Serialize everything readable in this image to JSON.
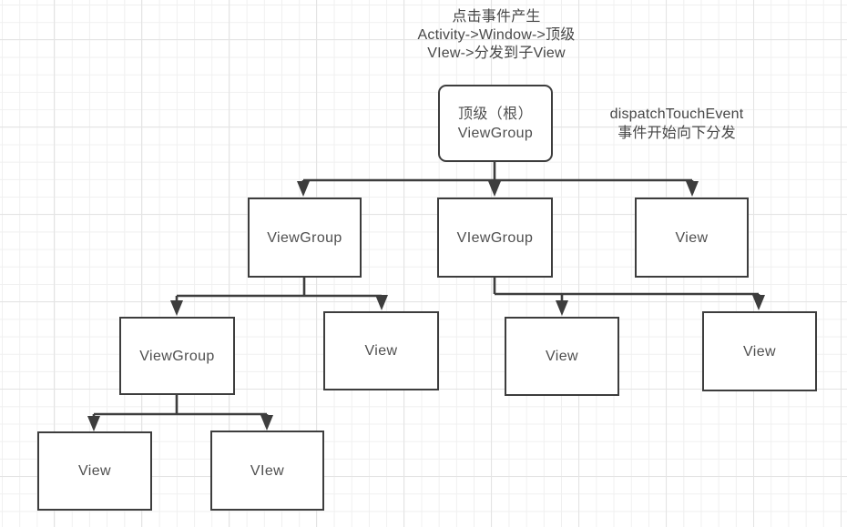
{
  "title": {
    "text": "点击事件产生\nActivity->Window->顶级\nVIew->分发到子View"
  },
  "annotation": {
    "text": "dispatchTouchEvent\n事件开始向下分发"
  },
  "nodes": {
    "root": {
      "label": "顶级（根）\nViewGroup"
    },
    "vg_left": {
      "label": "ViewGroup"
    },
    "vg_mid": {
      "label": "VIewGroup"
    },
    "view_right": {
      "label": "View"
    },
    "vg_l3": {
      "label": "ViewGroup"
    },
    "view_l3": {
      "label": "View"
    },
    "view_m1": {
      "label": "View"
    },
    "view_m2": {
      "label": "View"
    },
    "view_b1": {
      "label": "View"
    },
    "view_b2": {
      "label": "VIew"
    }
  },
  "colors": {
    "line": "#3d3d3d",
    "node_border": "#3d3d3d",
    "node_fill": "#ffffff",
    "text": "#4f4f4f",
    "grid_minor": "#f0f0f0",
    "grid_major": "#e4e4e4"
  }
}
